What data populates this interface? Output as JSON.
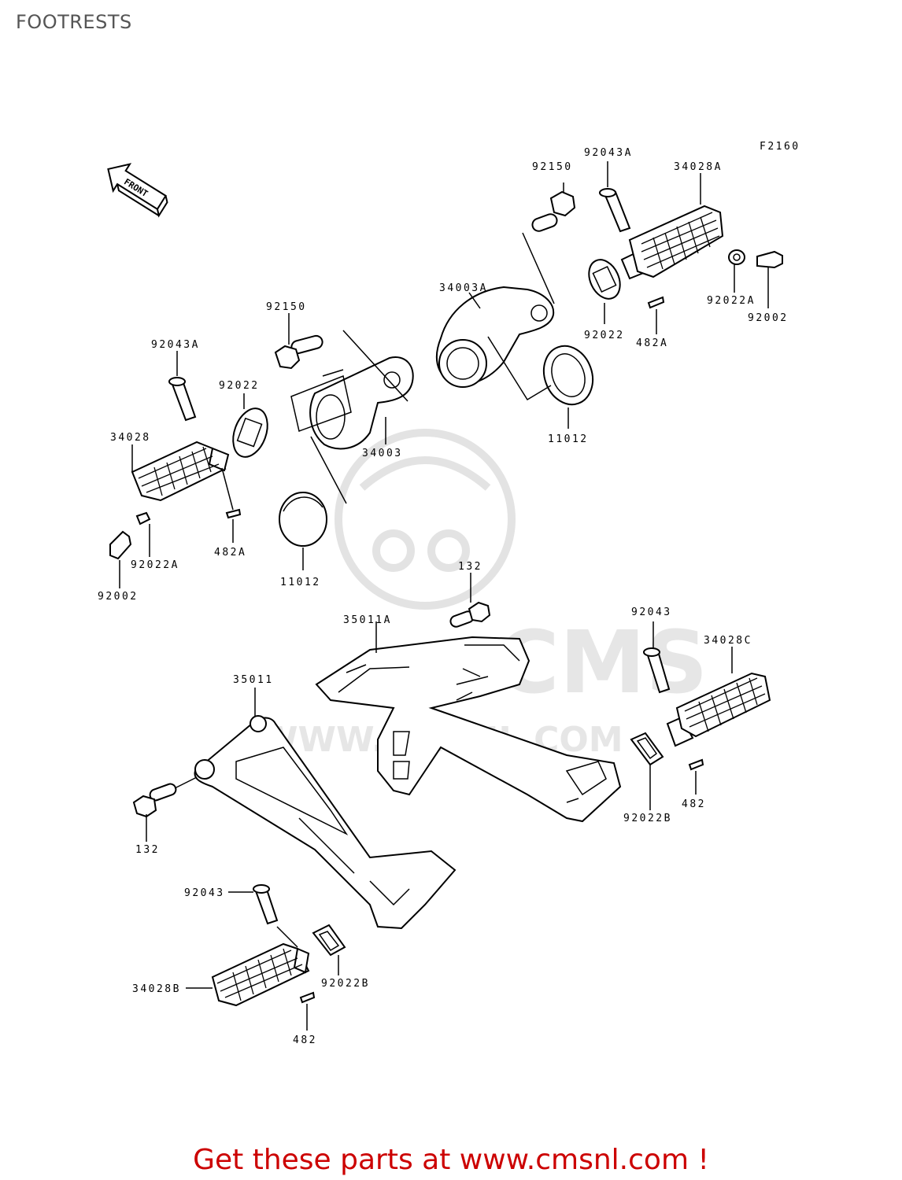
{
  "header": {
    "title": "FOOTRESTS"
  },
  "diagram": {
    "figure_code": "F2160",
    "front_label": "FRONT",
    "watermark": {
      "brand": "CMS",
      "url": "WWW.CMSNL.COM"
    },
    "labels": {
      "p92150_top": "92150",
      "p92043A_top": "92043A",
      "p34028A": "34028A",
      "p34003A": "34003A",
      "p92022A_right": "92022A",
      "p92002_right": "92002",
      "p92022_right": "92022",
      "p482A_right": "482A",
      "p11012_right": "11012",
      "p92150_left": "92150",
      "p92043A_left": "92043A",
      "p92022_left": "92022",
      "p34028": "34028",
      "p34003": "34003",
      "p482A_left": "482A",
      "p92022A_left": "92022A",
      "p92002_left": "92002",
      "p11012_left": "11012",
      "p132_top": "132",
      "p35011A": "35011A",
      "p92043_right": "92043",
      "p34028C": "34028C",
      "p35011": "35011",
      "p482_right": "482",
      "p92022B_right": "92022B",
      "p132_left": "132",
      "p92043_bottom": "92043",
      "p34028B": "34028B",
      "p92022B_bottom": "92022B",
      "p482_bottom": "482"
    }
  },
  "footer": {
    "promo": "Get these parts at www.cmsnl.com !"
  }
}
